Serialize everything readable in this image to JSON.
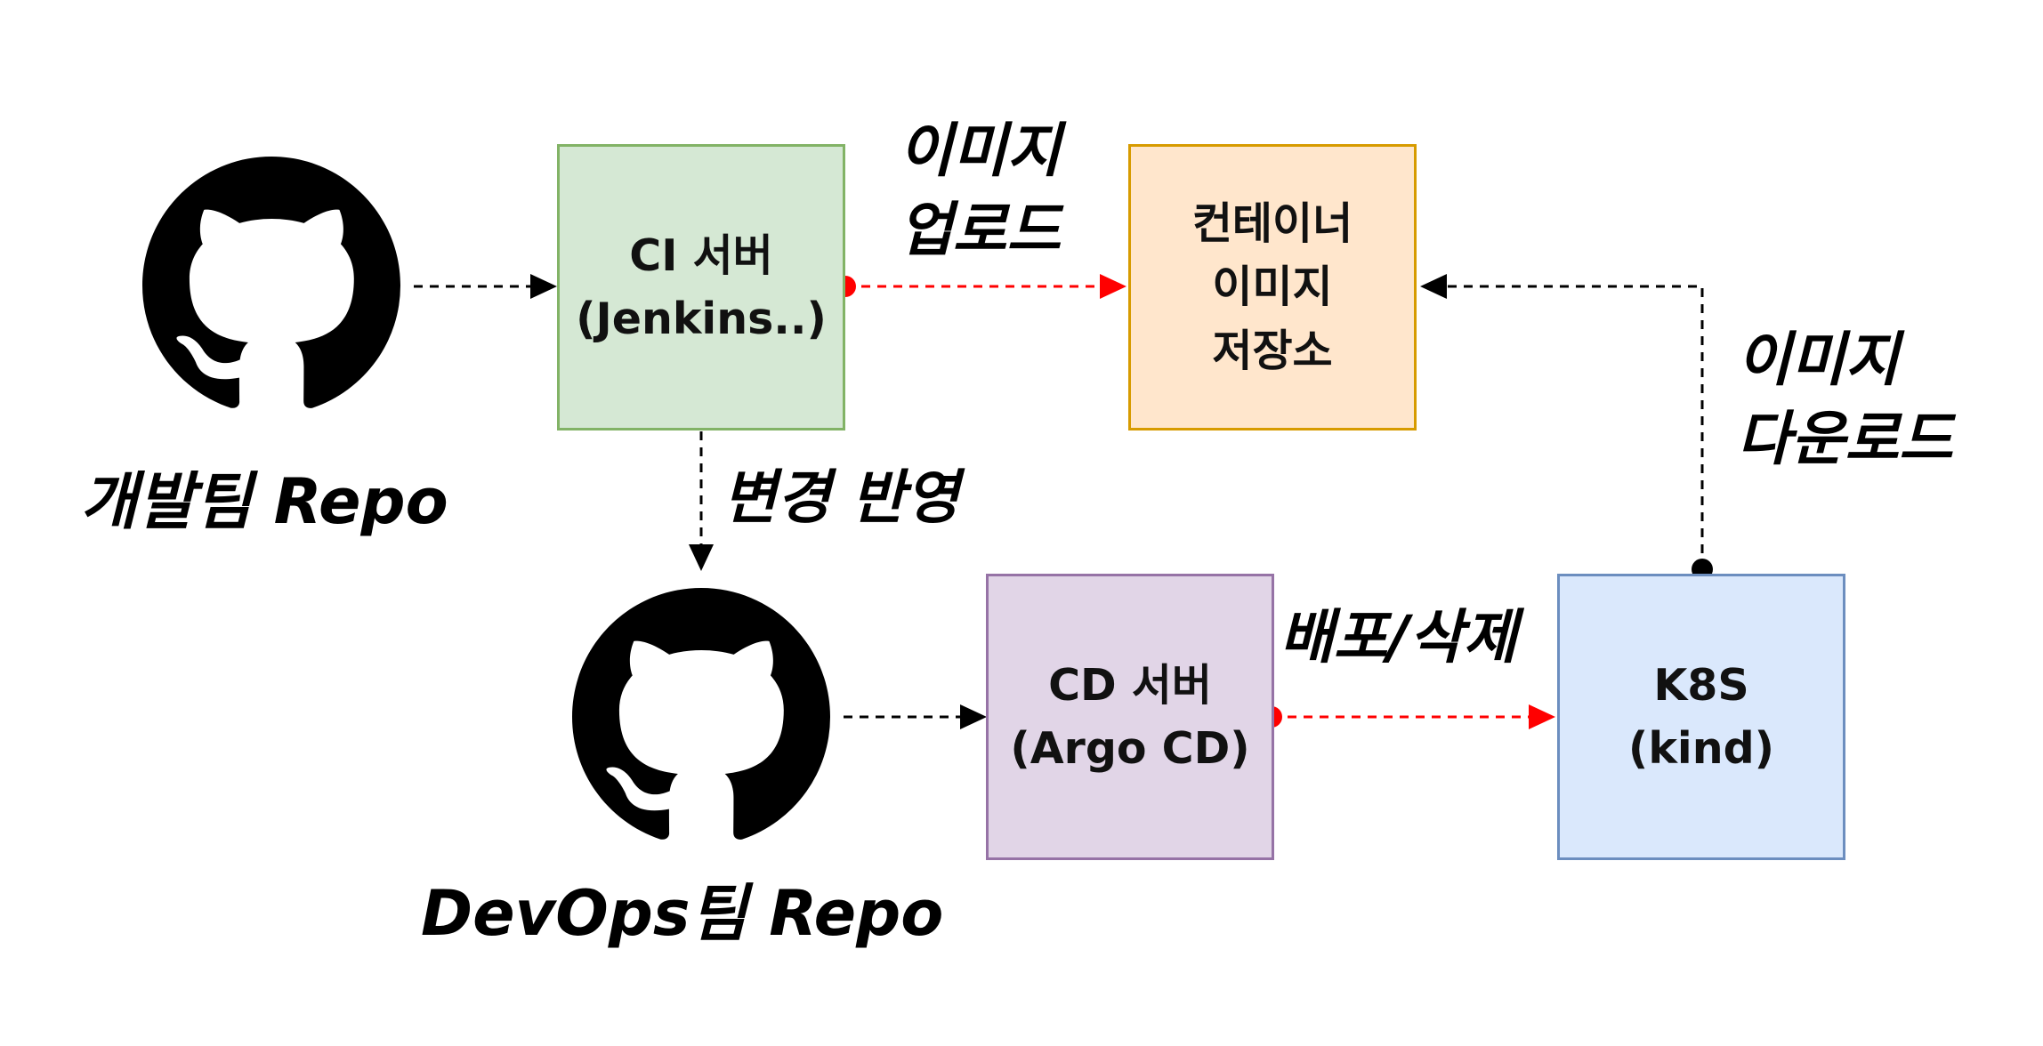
{
  "nodes": {
    "dev_repo": {
      "icon": "github-icon",
      "label": "개발팀 Repo"
    },
    "devops_repo": {
      "icon": "github-icon",
      "label": "DevOps팀 Repo"
    },
    "ci": {
      "line1": "CI 서버",
      "line2": "(Jenkins..)",
      "fill": "#d5e8d4",
      "stroke": "#82b366"
    },
    "registry": {
      "line1": "컨테이너",
      "line2": "이미지",
      "line3": "저장소",
      "fill": "#ffe6cc",
      "stroke": "#d79b00"
    },
    "cd": {
      "line1": "CD 서버",
      "line2": "(Argo CD)",
      "fill": "#e1d5e7",
      "stroke": "#9673a6"
    },
    "k8s": {
      "line1": "K8S",
      "line2": "(kind)",
      "fill": "#dae8fc",
      "stroke": "#6c8ebf"
    }
  },
  "edges": {
    "image_upload": {
      "line1": "이미지",
      "line2": "업로드",
      "color": "#ff0000"
    },
    "change_reflect": {
      "label": "변경 반영",
      "color": "#000000"
    },
    "deploy_delete": {
      "label": "배포/삭제",
      "color": "#ff0000"
    },
    "image_download": {
      "line1": "이미지",
      "line2": "다운로드",
      "color": "#000000"
    }
  }
}
